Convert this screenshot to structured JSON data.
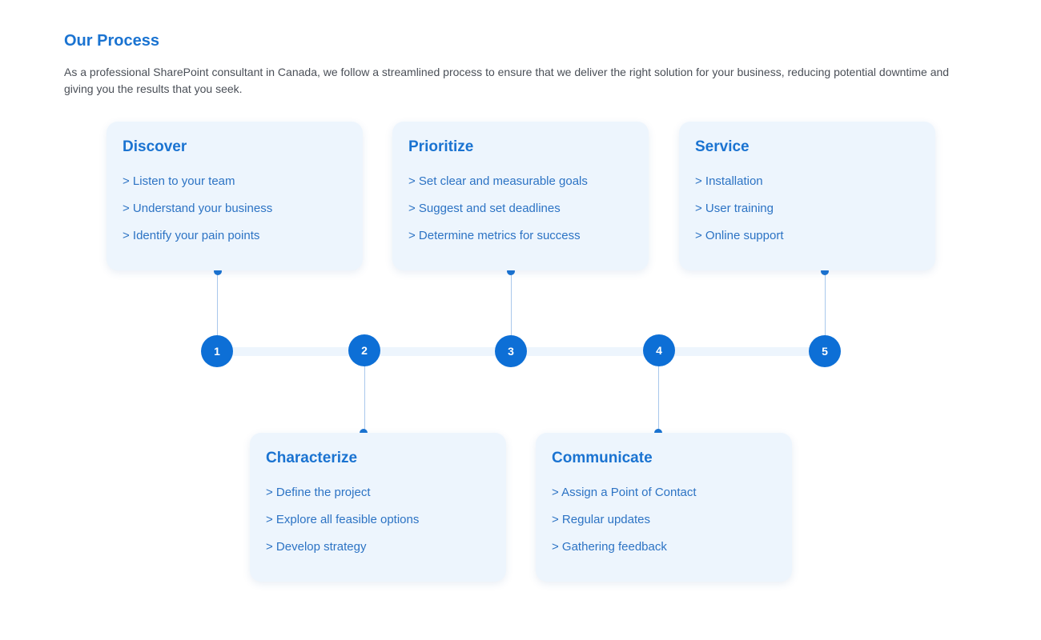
{
  "section": {
    "title": "Our Process",
    "intro": "As a professional SharePoint consultant in Canada, we follow a streamlined process to ensure that we deliver the right solution for your business, reducing potential downtime and giving you the results that you seek."
  },
  "steps": [
    {
      "number": "1",
      "title": "Discover",
      "items": [
        "> Listen to your team",
        "> Understand your business",
        "> Identify your pain points"
      ]
    },
    {
      "number": "2",
      "title": "Characterize",
      "items": [
        "> Define the project",
        "> Explore all feasible options",
        "> Develop strategy"
      ]
    },
    {
      "number": "3",
      "title": "Prioritize",
      "items": [
        "> Set clear and measurable goals",
        "> Suggest and set deadlines",
        "> Determine metrics for success"
      ]
    },
    {
      "number": "4",
      "title": "Communicate",
      "items": [
        "> Assign a Point of Contact",
        "> Regular updates",
        "> Gathering feedback"
      ]
    },
    {
      "number": "5",
      "title": "Service",
      "items": [
        "> Installation",
        "> User training",
        "> Online support"
      ]
    }
  ],
  "colors": {
    "accent": "#1a73d1",
    "card_background": "#edf5fd",
    "step_circle": "#0d6fd6",
    "body_text": "#4a4f57"
  }
}
